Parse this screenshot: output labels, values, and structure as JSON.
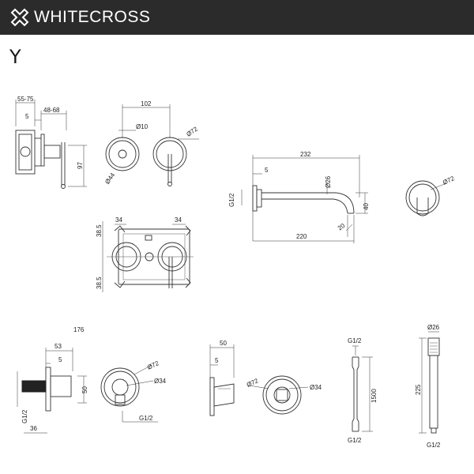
{
  "header": {
    "brand": "WHITECROSS",
    "bg": "#2b2b2b"
  },
  "product_code": "Y",
  "labels": {
    "valve_side": {
      "d1": "55-75",
      "d2": "48-68",
      "d3": "5",
      "d4": "97"
    },
    "valve_front": {
      "d1": "102",
      "d2": "Ø10",
      "d3": "Ø72",
      "d4": "Ø44"
    },
    "box": {
      "d1": "34",
      "d2": "34",
      "d3": "38.5",
      "d4": "38.5"
    },
    "spout": {
      "d1": "232",
      "d2": "5",
      "d3": "Ø26",
      "d4": "G1/2",
      "d5": "40",
      "d6": "20",
      "d7": "220"
    },
    "spout_front": {
      "d1": "Ø72"
    },
    "elbow_side": {
      "d0": "176",
      "d1": "53",
      "d2": "5",
      "d3": "50",
      "d4": "G1/2",
      "d5": "36"
    },
    "elbow_front": {
      "d1": "Ø72",
      "d2": "Ø34",
      "d3": "G1/2"
    },
    "holder_side": {
      "d1": "50",
      "d2": "5"
    },
    "holder_front": {
      "d1": "Ø72",
      "d2": "Ø34"
    },
    "hose": {
      "d1": "G1/2",
      "d2": "1500",
      "d3": "G1/2"
    },
    "handshower": {
      "d1": "Ø26",
      "d2": "225",
      "d3": "G1/2"
    }
  }
}
